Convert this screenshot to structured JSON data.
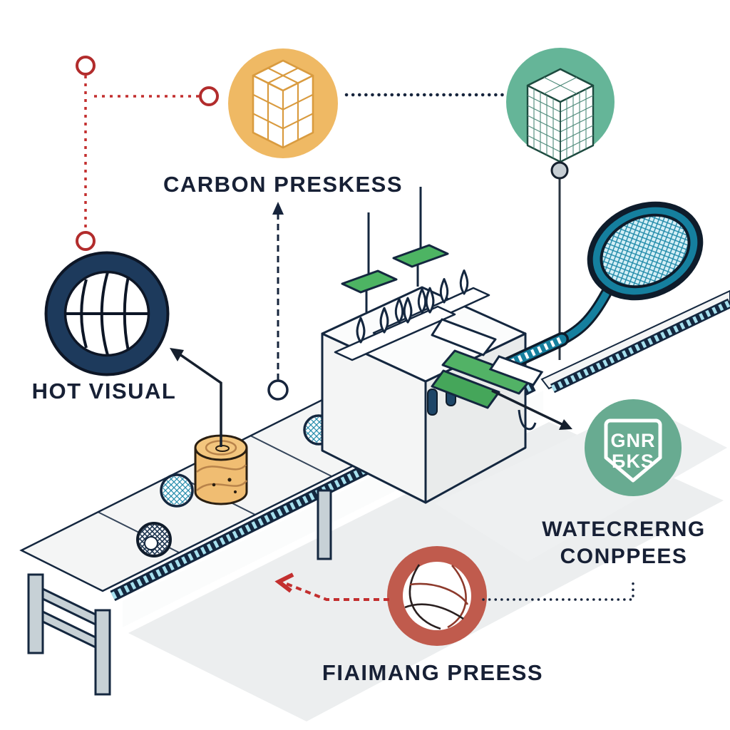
{
  "diagram": {
    "title_present": false,
    "labels": {
      "carbon": "CARBON PRESKESS",
      "hot_visual": "HOT VISUAL",
      "watering_line1": "WATECRERNG",
      "watering_line2": "CONPPEES",
      "flaming": "FIAIMANG PREESS",
      "badge_line1": "GNR",
      "badge_line2": "БKS"
    },
    "icons": {
      "orange_circle": "cube-blocks-icon",
      "green_circle": "grid-cube-icon",
      "navy_circle": "ring-ball-icon",
      "badge_circle": "shield-badge-icon",
      "red_circle": "seam-ball-icon",
      "scene": [
        "conveyor-belt",
        "molding-machine",
        "tennis-racket",
        "cork-roll",
        "mesh-ball",
        "green-flag"
      ]
    },
    "colors": {
      "background": "#ffffff",
      "text": "#172035",
      "outline_navy": "#14273f",
      "icon_orange": "#efb964",
      "icon_green": "#65b598",
      "icon_navy_ring": "#1d3a5c",
      "icon_red": "#c05b4d",
      "badge_green": "#68ab91",
      "racket_teal": "#157f9e",
      "strings_cyan": "#d6f0f7",
      "belt_stripe_cyan": "#a6e0ee",
      "flag_green": "#4db463",
      "cork_tan": "#f0bd72",
      "connector_red": "#c32f2f",
      "leg_gray": "#c7d1d6"
    }
  }
}
